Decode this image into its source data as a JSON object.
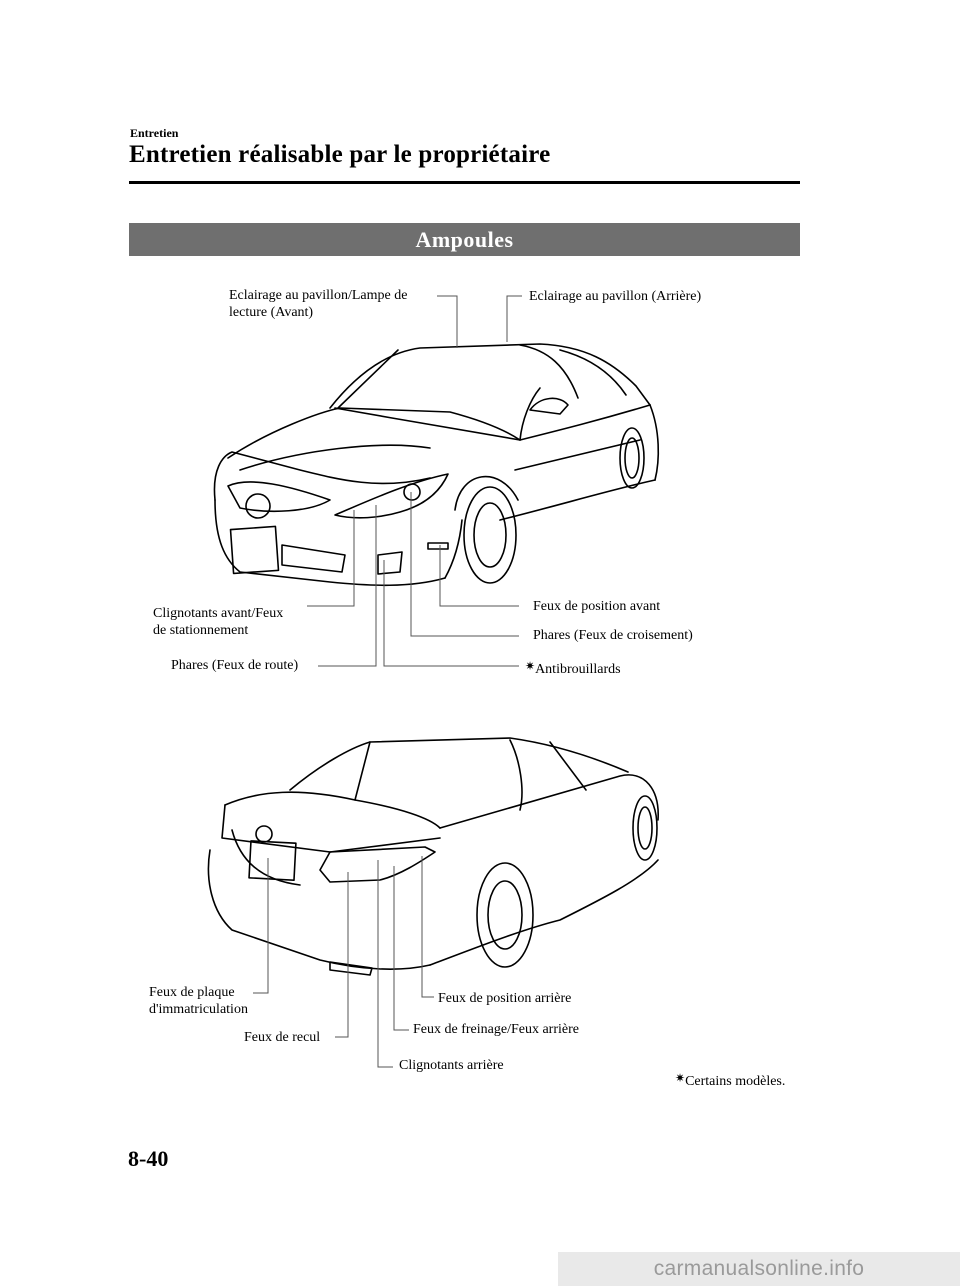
{
  "header": {
    "section": "Entretien",
    "title": "Entretien réalisable par le propriétaire"
  },
  "banner": {
    "title": "Ampoules"
  },
  "front_view": {
    "labels": {
      "dome_front": [
        "Eclairage au pavillon/Lampe de",
        "lecture (Avant)"
      ],
      "dome_rear": "Eclairage au pavillon (Arrière)",
      "turn_parking": [
        "Clignotants avant/Feux",
        "de stationnement"
      ],
      "position_front": "Feux de position avant",
      "low_beam": "Phares (Feux de croisement)",
      "high_beam": "Phares (Feux de route)",
      "fog": "Antibrouillards"
    }
  },
  "rear_view": {
    "labels": {
      "license": [
        "Feux de plaque",
        "d'immatriculation"
      ],
      "position_rear": "Feux de position arrière",
      "reverse": "Feux de recul",
      "brake_tail": "Feux de freinage/Feux arrière",
      "turn_rear": "Clignotants arrière"
    }
  },
  "footnote": {
    "symbol": "✷",
    "text": "Certains modèles."
  },
  "page_number": "8-40",
  "watermark": "carmanualsonline.info"
}
